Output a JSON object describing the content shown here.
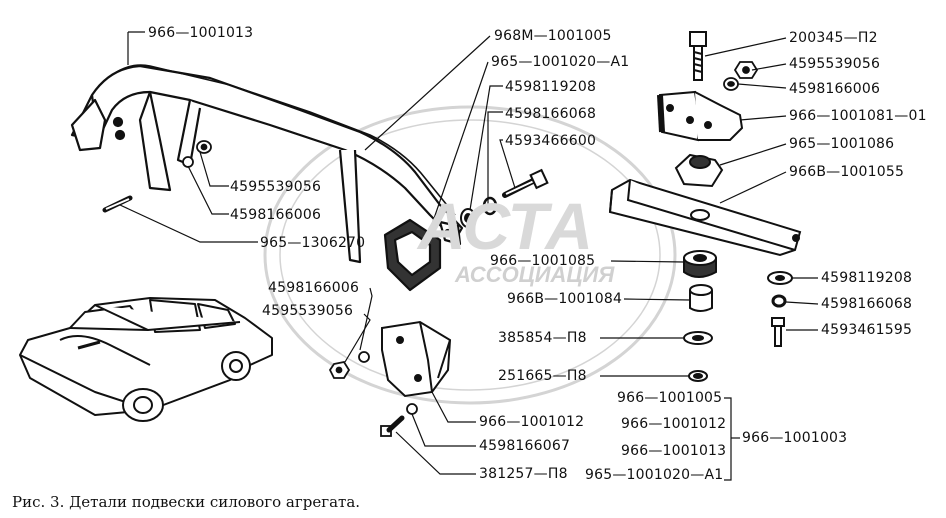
{
  "labels": {
    "l1": "966—1001013",
    "l2": "968M—1001005",
    "l3": "965—1001020—A1",
    "l4": "4598119208",
    "l5": "4598166068",
    "l6": "4593466600",
    "l7": "4595539056",
    "l8": "4598166006",
    "l9": "965—1306270",
    "l10": "200345—П2",
    "l11": "4595539056",
    "l12": "4598166006",
    "l13": "966—1001081—01",
    "l14": "965—1001086",
    "l15": "966B—1001055",
    "l16": "966—1001085",
    "l17": "966B—1001084",
    "l18": "4598119208",
    "l19": "4598166068",
    "l20": "4593461595",
    "l21": "385854—П8",
    "l22": "251665—П8",
    "l23": "4598166006",
    "l24": "4595539056",
    "l25": "966—1001012",
    "l26": "4598166067",
    "l27": "381257—П8",
    "g1": "966—1001005",
    "g2": "966—1001012",
    "g3": "966—1001013",
    "g4": "965—1001020—A1",
    "gmain": "966—1001003"
  },
  "caption": "Рис. 3. Детали подвески силового агрегата.",
  "watermark": {
    "big": "АСТА",
    "small": "АССОЦИАЦИЯ"
  }
}
